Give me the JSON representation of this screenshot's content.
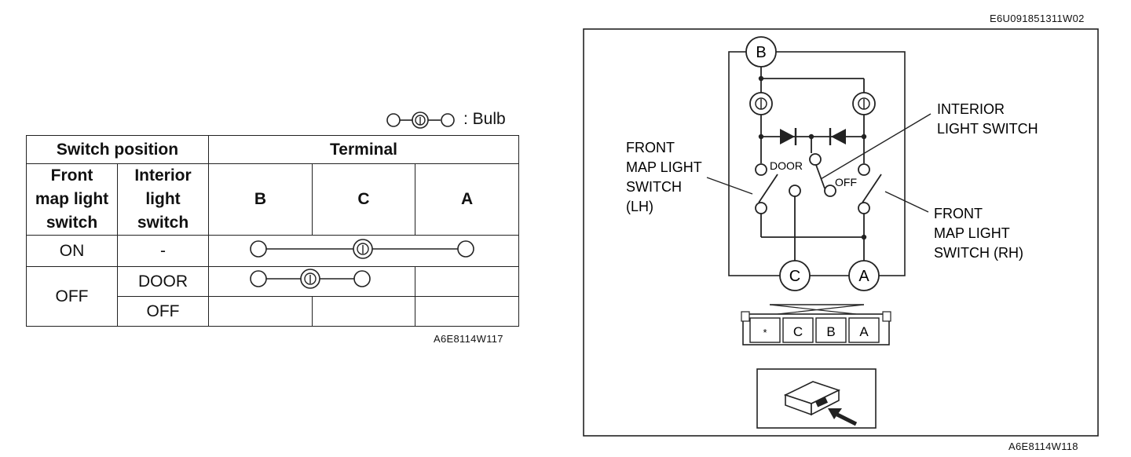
{
  "legend": {
    "bulb_label": ": Bulb"
  },
  "table": {
    "header_switch_position": "Switch position",
    "header_terminal": "Terminal",
    "col_front_map_light_switch": [
      "Front",
      "map light",
      "switch"
    ],
    "col_interior_light_switch": [
      "Interior",
      "light",
      "switch"
    ],
    "terminals": [
      "B",
      "C",
      "A"
    ],
    "rows": [
      {
        "front": "ON",
        "interior": "-"
      },
      {
        "front": "OFF",
        "interior": "DOOR"
      },
      {
        "front": "",
        "interior": "OFF"
      }
    ]
  },
  "left_code": "A6E8114W117",
  "right_code_top": "E6U091851311W02",
  "right_code_bottom": "A6E8114W118",
  "circuit": {
    "terminal_b": "B",
    "terminal_c": "C",
    "terminal_a": "A",
    "door_label": "DOOR",
    "off_label": "OFF",
    "label_front_lh": [
      "FRONT",
      "MAP LIGHT",
      "SWITCH",
      "(LH)"
    ],
    "label_interior": [
      "INTERIOR",
      "LIGHT SWITCH"
    ],
    "label_front_rh": [
      "FRONT",
      "MAP LIGHT",
      "SWITCH (RH)"
    ],
    "connector": [
      "*",
      "C",
      "B",
      "A"
    ]
  }
}
